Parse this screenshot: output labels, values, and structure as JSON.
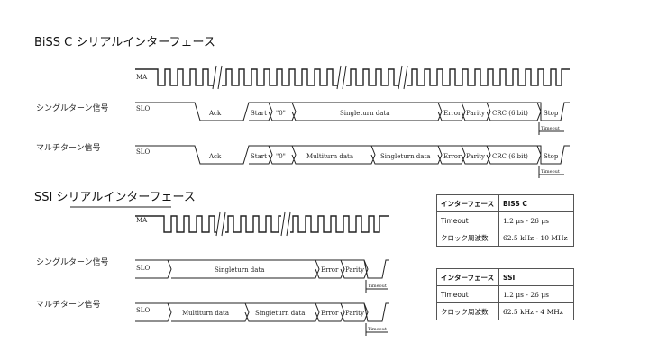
{
  "biss": {
    "title": "BiSS C シリアルインターフェース",
    "ma_label": "MA",
    "rows": [
      {
        "label": "シングルターン信号",
        "slo": "SLO",
        "fields": [
          "Ack",
          "Start",
          "\"0\"",
          "Singleturn data",
          "Error",
          "Parity",
          "CRC (6 bit)",
          "Stop"
        ],
        "timeout": "Timeout"
      },
      {
        "label": "マルチターン信号",
        "slo": "SLO",
        "fields": [
          "Ack",
          "Start",
          "\"0\"",
          "Multiturn data",
          "Singleturn data",
          "Error",
          "Parity",
          "CRC (6 bit)",
          "Stop"
        ],
        "timeout": "Timeout"
      }
    ]
  },
  "ssi": {
    "title": "SSI シリアルインターフェース",
    "ma_label": "MA",
    "rows": [
      {
        "label": "シングルターン信号",
        "slo": "SLO",
        "fields": [
          "Singleturn data",
          "Error",
          "Parity"
        ],
        "timeout": "Timeout"
      },
      {
        "label": "マルチターン信号",
        "slo": "SLO",
        "fields": [
          "Multiturn data",
          "Singleturn data",
          "Error",
          "Parity"
        ],
        "timeout": "Timeout"
      }
    ]
  },
  "tables": [
    {
      "header": [
        "インターフェース",
        "BiSS C"
      ],
      "rows": [
        [
          "Timeout",
          "1.2 μs - 26 μs"
        ],
        [
          "クロック周波数",
          "62.5 kHz - 10 MHz"
        ]
      ]
    },
    {
      "header": [
        "インターフェース",
        "SSI"
      ],
      "rows": [
        [
          "Timeout",
          "1.2 μs - 26 μs"
        ],
        [
          "クロック周波数",
          "62.5 kHz - 4 MHz"
        ]
      ]
    }
  ]
}
